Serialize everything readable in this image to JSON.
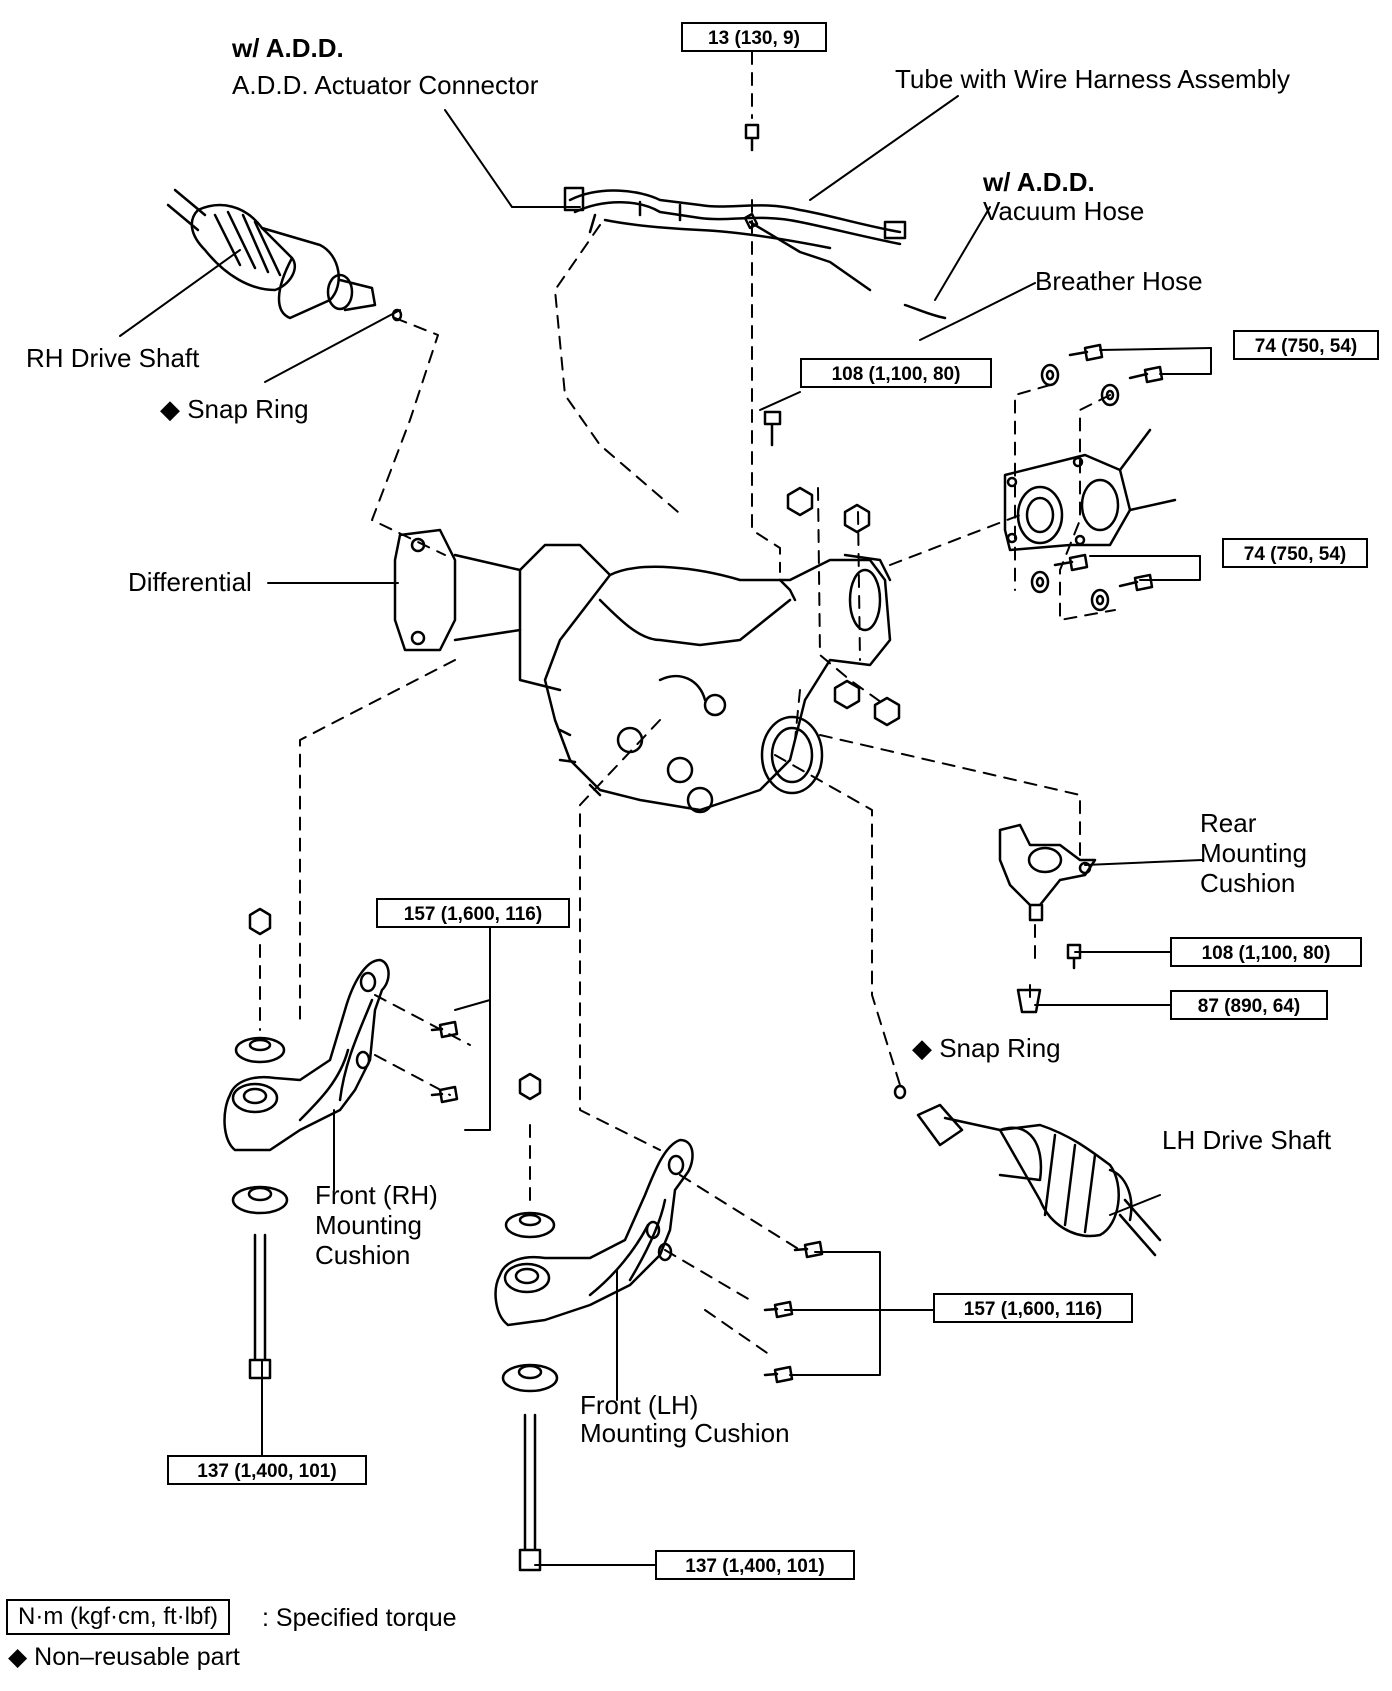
{
  "labels": {
    "add_heading_1": "w/ A.D.D.",
    "add_actuator_connector": "A.D.D. Actuator Connector",
    "tube_wire_harness": "Tube with Wire Harness Assembly",
    "add_heading_2": "w/ A.D.D.",
    "vacuum_hose": "Vacuum Hose",
    "breather_hose": "Breather Hose",
    "rh_drive_shaft": "RH Drive Shaft",
    "snap_ring_rh": "◆ Snap Ring",
    "differential": "Differential",
    "rear_mounting_cushion": [
      "Rear",
      "Mounting",
      "Cushion"
    ],
    "snap_ring_lh": "◆ Snap Ring",
    "lh_drive_shaft": "LH Drive Shaft",
    "front_rh_cushion": [
      "Front (RH)",
      "Mounting",
      "Cushion"
    ],
    "front_lh_cushion": [
      "Front (LH)",
      "Mounting Cushion"
    ]
  },
  "torque": {
    "harness_bolt": "13 (130, 9)",
    "diff_top_bolt": "108 (1,100, 80)",
    "upper_74": "74 (750, 54)",
    "lower_74": "74 (750, 54)",
    "rear_cushion_bolt": "108 (1,100, 80)",
    "rear_cushion_nut": "87 (890, 64)",
    "front_rh_bolts": "157 (1,600, 116)",
    "front_lh_bolts": "157 (1,600, 116)",
    "rh_stud": "137 (1,400, 101)",
    "lh_stud": "137 (1,400, 101)"
  },
  "legend": {
    "unit_box": "N·m (kgf·cm, ft·lbf)",
    "unit_desc": ": Specified torque",
    "nonreusable": "◆ Non–reusable part"
  }
}
